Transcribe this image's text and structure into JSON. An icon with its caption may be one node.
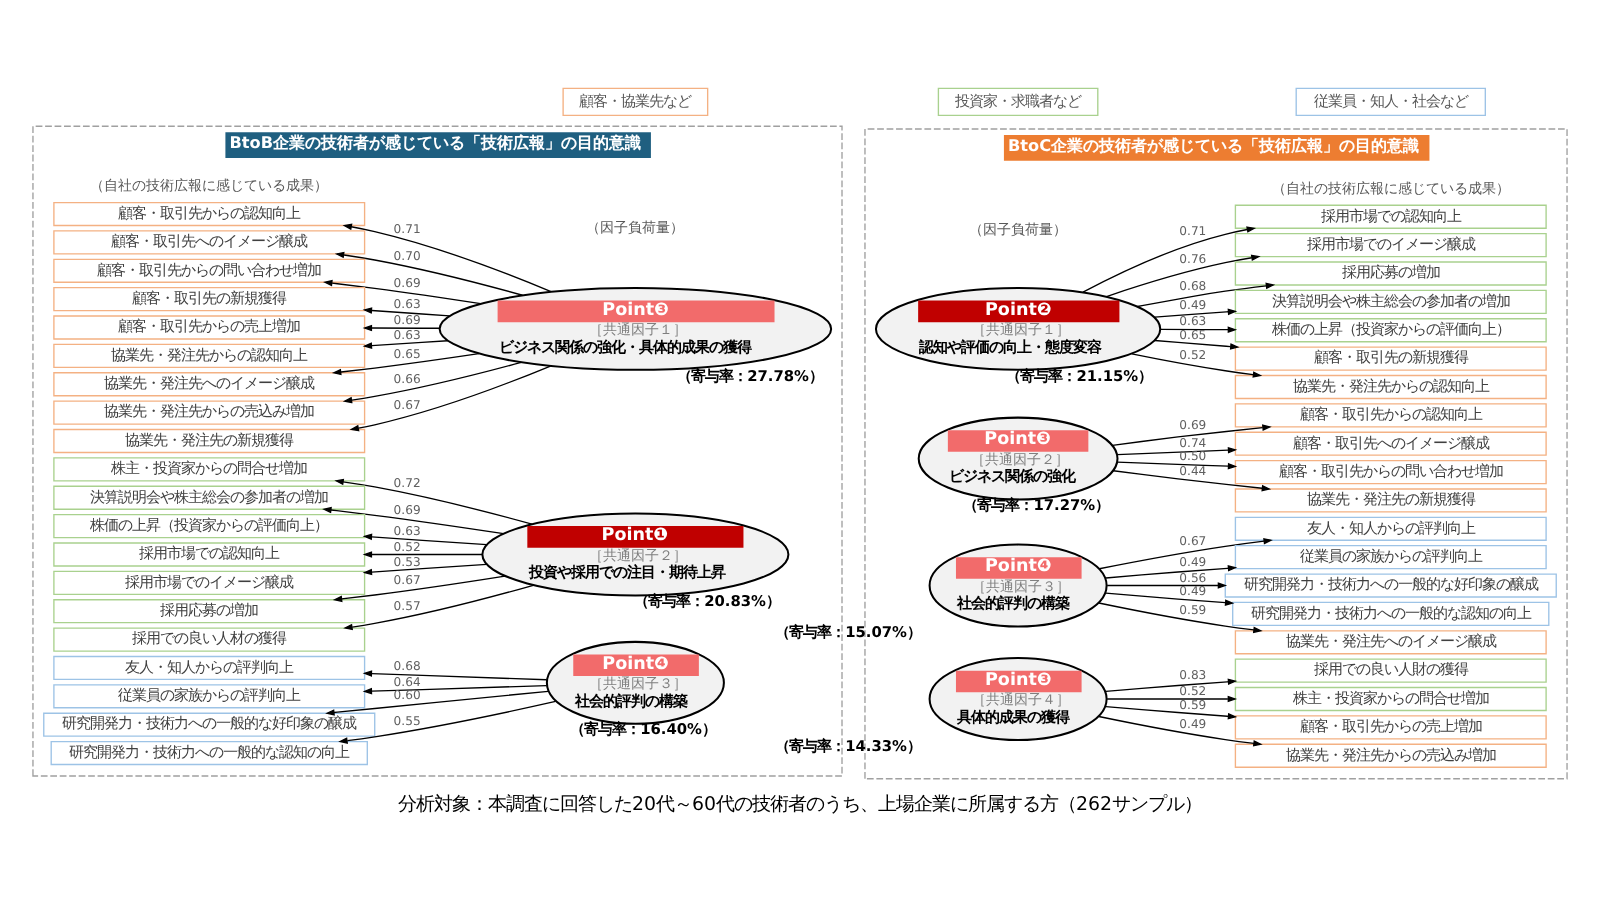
{
  "diagram": {
    "caption": "分析対象：本調査に回答した20代～60代の技術者のうち、上場企業に所属する方（262サンプル）",
    "nodes": [
      {
        "text": [
          "BtoB企業の技術者が感じている「技術広報」の目的意識"
        ]
      },
      {
        "text": [
          "BtoC企業の技術者が感じている「技術広報」の目的意識"
        ]
      },
      {
        "text": [
          "顧客・取引先からの認知向上"
        ],
        "in": 0
      },
      {
        "text": [
          "顧客・取引先へのイメージ醸成"
        ],
        "in": 0
      },
      {
        "text": [
          "顧客・取引先からの問い合わせ増加"
        ],
        "in": 0
      },
      {
        "text": [
          "顧客・取引先の新規獲得"
        ],
        "in": 0
      },
      {
        "text": [
          "顧客・取引先からの売上増加"
        ],
        "in": 0
      },
      {
        "text": [
          "協業先・発注先からの認知向上"
        ],
        "in": 0
      },
      {
        "text": [
          "協業先・発注先へのイメージ醸成"
        ],
        "in": 0
      },
      {
        "text": [
          "協業先・発注先からの売込み増加"
        ],
        "in": 0
      },
      {
        "text": [
          "協業先・発注先の新規獲得"
        ],
        "in": 0
      },
      {
        "text": [
          "株主・投資家からの問合せ増加"
        ],
        "in": 0
      },
      {
        "text": [
          "決算説明会や株主総会の参加者の増加"
        ],
        "in": 0
      },
      {
        "text": [
          "株価の上昇（投資家からの評価向上）"
        ],
        "in": 0
      },
      {
        "text": [
          "採用市場での認知向上"
        ],
        "in": 0
      },
      {
        "text": [
          "採用市場でのイメージ醸成"
        ],
        "in": 0
      },
      {
        "text": [
          "採用応募の増加"
        ],
        "in": 0
      },
      {
        "text": [
          "採用での良い人材の獲得"
        ],
        "in": 0
      },
      {
        "text": [
          "友人・知人からの評判向上"
        ],
        "in": 0
      },
      {
        "text": [
          "従業員の家族からの評判向上"
        ],
        "in": 0
      },
      {
        "text": [
          "研究開発力・技術力への一般的な好印象の醸成"
        ],
        "in": 0
      },
      {
        "text": [
          "研究開発力・技術力への一般的な認知の向上"
        ],
        "in": 0
      },
      {
        "text": [
          "Point❸",
          "［共通因子１］",
          "ビジネス関係の強化・具体的成果の獲得"
        ],
        "beside": [
          "（寄与率：27.78%）"
        ],
        "in": 0
      },
      {
        "text": [
          "Point❶",
          "［共通因子２］",
          "投資や採用での注目・期待上昇"
        ],
        "beside": [
          "（寄与率：20.83%）"
        ],
        "in": 0
      },
      {
        "text": [
          "Point❹",
          "［共通因子３］",
          "社会的評判の構築"
        ],
        "beside": [
          "（寄与率：16.40%）"
        ],
        "in": 0
      },
      {
        "text": [
          "Point❷",
          "［共通因子１］",
          "認知や評価の向上・態度変容"
        ],
        "beside": [
          "（寄与率：21.15%）"
        ],
        "in": 1
      },
      {
        "text": [
          "Point❸",
          "［共通因子２］",
          "ビジネス関係の強化"
        ],
        "beside": [
          "（寄与率：17.27%）"
        ],
        "in": 1
      },
      {
        "text": [
          "Point❹",
          "［共通因子３］",
          "社会的評判の構築"
        ],
        "beside": [
          "（寄与率：15.07%）"
        ],
        "in": 1
      },
      {
        "text": [
          "Point❸",
          "［共通因子４］",
          "具体的成果の獲得"
        ],
        "beside": [
          "（寄与率：14.33%）"
        ],
        "in": 1
      },
      {
        "text": [
          "採用市場での認知向上"
        ],
        "in": 1
      },
      {
        "text": [
          "採用市場でのイメージ醸成"
        ],
        "in": 1
      },
      {
        "text": [
          "採用応募の増加"
        ],
        "in": 1
      },
      {
        "text": [
          "決算説明会や株主総会の参加者の増加"
        ],
        "in": 1
      },
      {
        "text": [
          "株価の上昇（投資家からの評価向上）"
        ],
        "in": 1
      },
      {
        "text": [
          "顧客・取引先の新規獲得"
        ],
        "in": 1
      },
      {
        "text": [
          "協業先・発注先からの認知向上"
        ],
        "in": 1
      },
      {
        "text": [
          "顧客・取引先からの認知向上"
        ],
        "in": 1
      },
      {
        "text": [
          "顧客・取引先へのイメージ醸成"
        ],
        "in": 1
      },
      {
        "text": [
          "顧客・取引先からの問い合わせ増加"
        ],
        "in": 1
      },
      {
        "text": [
          "協業先・発注先の新規獲得"
        ],
        "in": 1
      },
      {
        "text": [
          "友人・知人からの評判向上"
        ],
        "in": 1
      },
      {
        "text": [
          "従業員の家族からの評判向上"
        ],
        "in": 1
      },
      {
        "text": [
          "研究開発力・技術力への一般的な好印象の醸成"
        ],
        "in": 1
      },
      {
        "text": [
          "研究開発力・技術力への一般的な認知の向上"
        ],
        "in": 1
      },
      {
        "text": [
          "協業先・発注先へのイメージ醸成"
        ],
        "in": 1
      },
      {
        "text": [
          "採用での良い人財の獲得"
        ],
        "in": 1
      },
      {
        "text": [
          "株主・投資家からの問合せ増加"
        ],
        "in": 1
      },
      {
        "text": [
          "顧客・取引先からの売上増加"
        ],
        "in": 1
      },
      {
        "text": [
          "協業先・発注先からの売込み増加"
        ],
        "in": 1
      }
    ],
    "edges": [
      {
        "from": 22,
        "to": 2,
        "arrow": "to",
        "label": "0.71"
      },
      {
        "from": 22,
        "to": 3,
        "arrow": "to",
        "label": "0.70"
      },
      {
        "from": 22,
        "to": 4,
        "arrow": "to",
        "label": "0.69"
      },
      {
        "from": 22,
        "to": 5,
        "arrow": "to",
        "label": "0.63"
      },
      {
        "from": 22,
        "to": 6,
        "arrow": "to",
        "label": "0.69"
      },
      {
        "from": 22,
        "to": 7,
        "arrow": "to",
        "label": "0.63"
      },
      {
        "from": 22,
        "to": 8,
        "arrow": "to",
        "label": "0.65"
      },
      {
        "from": 22,
        "to": 9,
        "arrow": "to",
        "label": "0.66"
      },
      {
        "from": 22,
        "to": 10,
        "arrow": "to",
        "label": "0.67"
      },
      {
        "from": 23,
        "to": 11,
        "arrow": "to",
        "label": "0.72"
      },
      {
        "from": 23,
        "to": 12,
        "arrow": "to",
        "label": "0.69"
      },
      {
        "from": 23,
        "to": 13,
        "arrow": "to",
        "label": "0.63"
      },
      {
        "from": 23,
        "to": 14,
        "arrow": "to",
        "label": "0.52"
      },
      {
        "from": 23,
        "to": 15,
        "arrow": "to",
        "label": "0.53"
      },
      {
        "from": 23,
        "to": 16,
        "arrow": "to",
        "label": "0.67"
      },
      {
        "from": 23,
        "to": 17,
        "arrow": "to",
        "label": "0.57"
      },
      {
        "from": 24,
        "to": 18,
        "arrow": "to",
        "label": "0.68"
      },
      {
        "from": 24,
        "to": 19,
        "arrow": "to",
        "label": "0.64"
      },
      {
        "from": 24,
        "to": 20,
        "arrow": "to",
        "label": "0.60"
      },
      {
        "from": 24,
        "to": 21,
        "arrow": "to",
        "label": "0.55"
      },
      {
        "from": 25,
        "to": 29,
        "arrow": "to",
        "label": "0.71"
      },
      {
        "from": 25,
        "to": 30,
        "arrow": "to",
        "label": "0.76"
      },
      {
        "from": 25,
        "to": 31,
        "arrow": "to",
        "label": "0.68"
      },
      {
        "from": 25,
        "to": 32,
        "arrow": "to",
        "label": "0.49"
      },
      {
        "from": 25,
        "to": 33,
        "arrow": "to",
        "label": "0.63"
      },
      {
        "from": 25,
        "to": 34,
        "arrow": "to",
        "label": "0.65"
      },
      {
        "from": 25,
        "to": 35,
        "arrow": "to",
        "label": "0.52"
      },
      {
        "from": 26,
        "to": 36,
        "arrow": "to",
        "label": "0.69"
      },
      {
        "from": 26,
        "to": 37,
        "arrow": "to",
        "label": "0.74"
      },
      {
        "from": 26,
        "to": 38,
        "arrow": "to",
        "label": "0.50"
      },
      {
        "from": 26,
        "to": 39,
        "arrow": "to",
        "label": "0.44"
      },
      {
        "from": 27,
        "to": 40,
        "arrow": "to",
        "label": "0.67"
      },
      {
        "from": 27,
        "to": 41,
        "arrow": "to",
        "label": "0.49"
      },
      {
        "from": 27,
        "to": 42,
        "arrow": "to",
        "label": "0.56"
      },
      {
        "from": 27,
        "to": 43,
        "arrow": "to",
        "label": "0.49"
      },
      {
        "from": 27,
        "to": 44,
        "arrow": "to",
        "label": "0.59"
      },
      {
        "from": 28,
        "to": 45,
        "arrow": "to",
        "label": "0.83"
      },
      {
        "from": 28,
        "to": 46,
        "arrow": "to",
        "label": "0.52"
      },
      {
        "from": 28,
        "to": 47,
        "arrow": "to",
        "label": "0.59"
      },
      {
        "from": 28,
        "to": 48,
        "arrow": "to",
        "label": "0.49"
      }
    ],
    "labels": [
      "（自社の技術広報に感じている成果）",
      "（因子負荷量）",
      "（因子負荷量）",
      "（自社の技術広報に感じている成果）"
    ],
    "legend": [
      {
        "text": "顧客・協業先など",
        "color": "#f4b183"
      },
      {
        "text": "投資家・求職者など",
        "color": "#a9d18e"
      },
      {
        "text": "従業員・知人・社会など",
        "color": "#9dc3e6"
      }
    ]
  }
}
